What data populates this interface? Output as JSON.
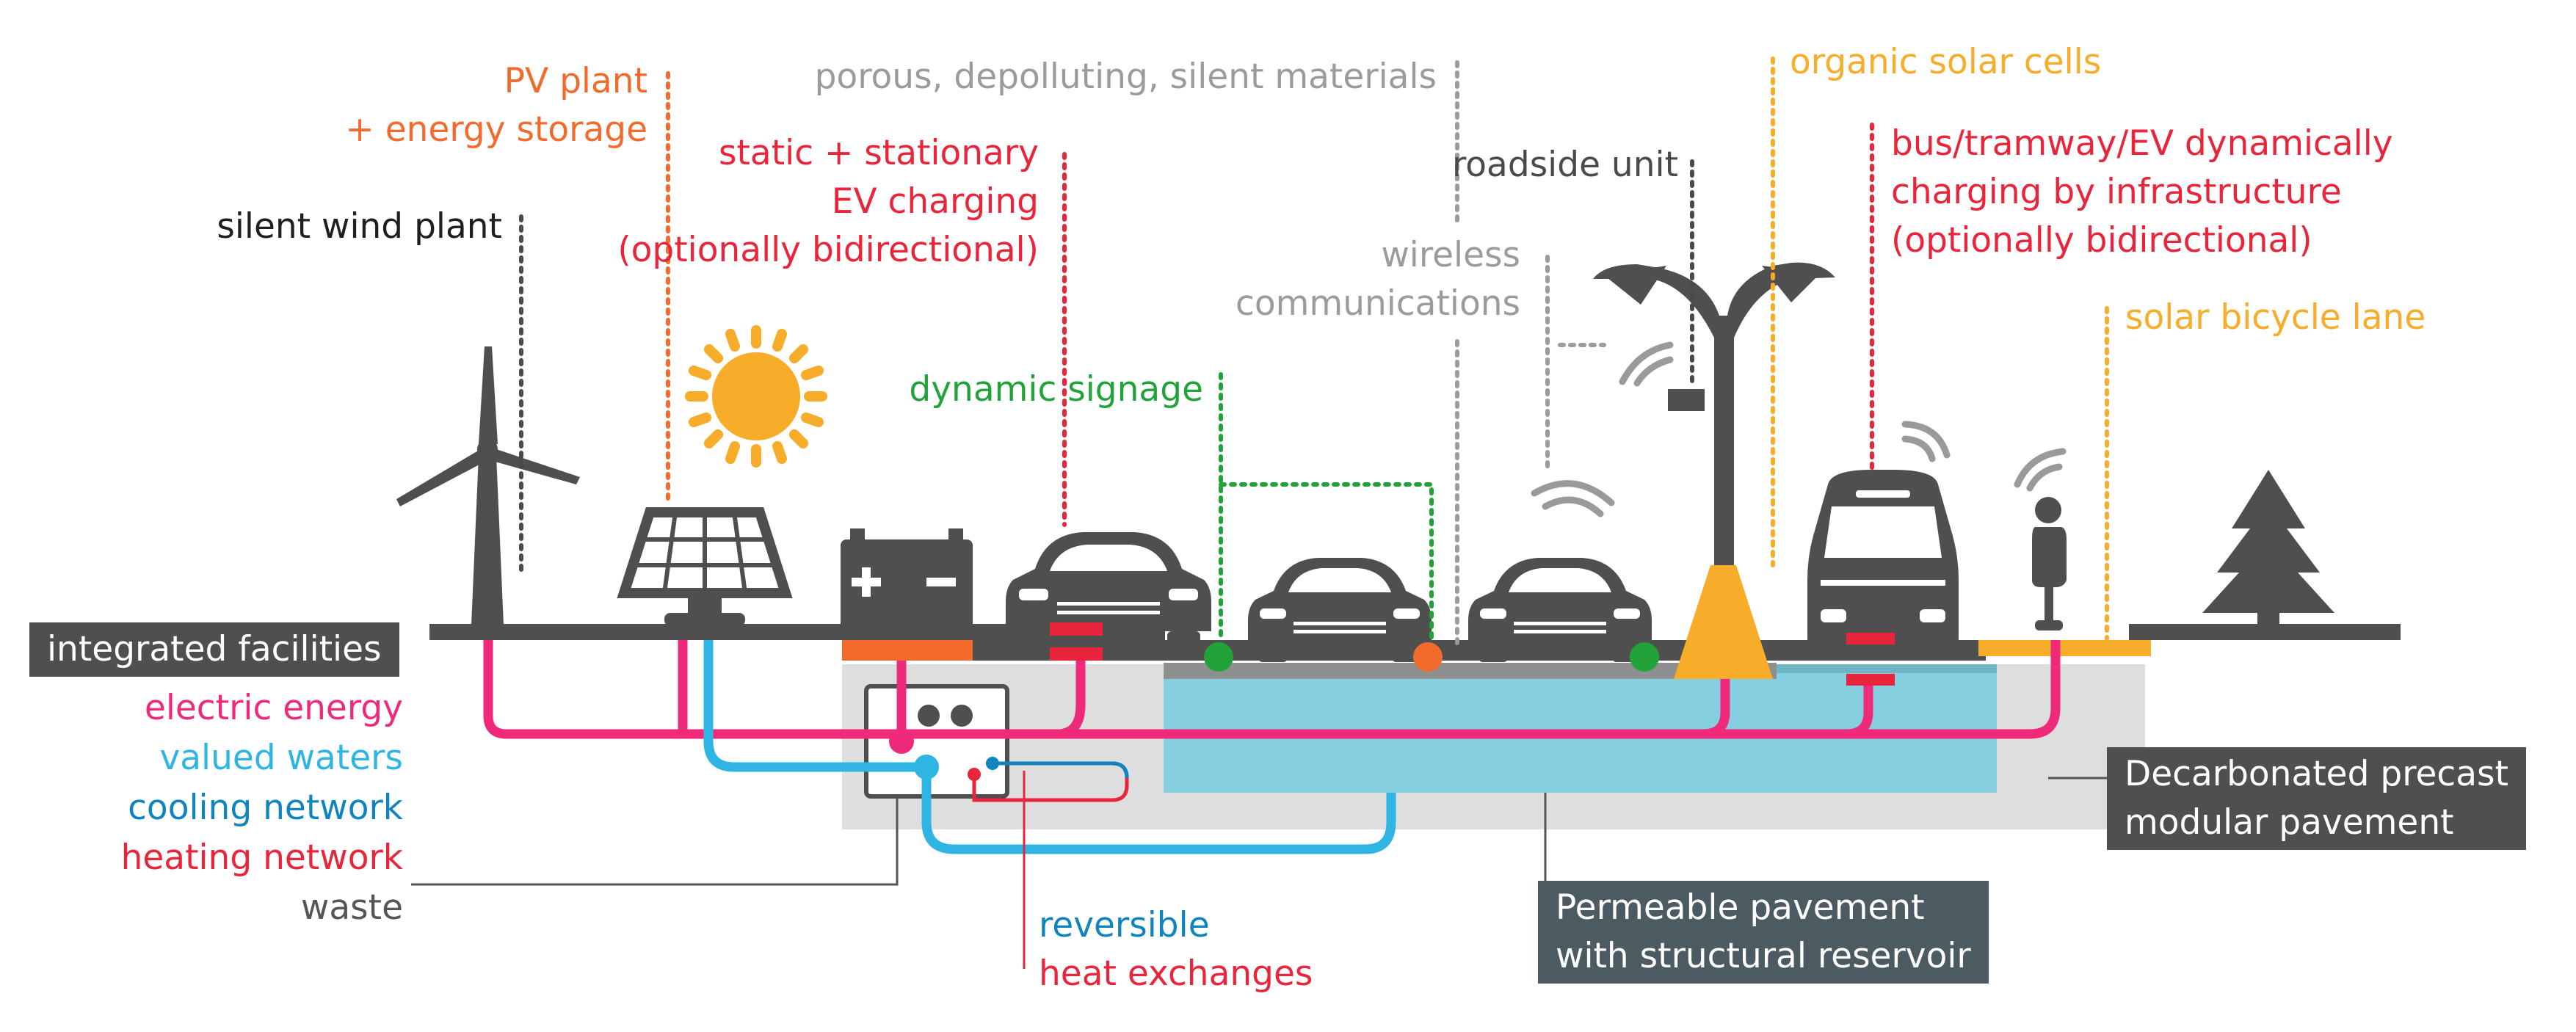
{
  "labels": {
    "pv_line1": "PV plant",
    "pv_line2": "+ energy storage",
    "wind": "silent wind plant",
    "evcharge_line1": "static + stationary",
    "evcharge_line2": "EV charging",
    "evcharge_line3": "(optionally bidirectional)",
    "porous": "porous, depolluting, silent materials",
    "roadside": "roadside unit",
    "wireless_line1": "wireless",
    "wireless_line2": "communications",
    "signage": "dynamic signage",
    "organic": "organic solar cells",
    "bus_line1": "bus/tramway/EV dynamically",
    "bus_line2": "charging by infrastructure",
    "bus_line3": "(optionally bidirectional)",
    "bike": "solar bicycle lane",
    "reversible_line1": "reversible",
    "reversible_line2": "heat exchanges"
  },
  "legend": {
    "title": "integrated facilities",
    "items": [
      {
        "label": "electric energy",
        "color": "#ef2a7b"
      },
      {
        "label": "valued waters",
        "color": "#2fb5e3"
      },
      {
        "label": "cooling network",
        "color": "#0f84bf"
      },
      {
        "label": "heating network",
        "color": "#e8253a"
      },
      {
        "label": "waste",
        "color": "#555555"
      }
    ]
  },
  "callouts": {
    "decarbonated_line1": "Decarbonated precast",
    "decarbonated_line2": "modular pavement",
    "permeable_line1": "Permeable pavement",
    "permeable_line2": "with structural reservoir"
  },
  "colors": {
    "electric": "#ef2a7b",
    "water": "#2fb5e3",
    "cooling": "#0f84bf",
    "heating": "#e8253a",
    "pv": "#f26b2c",
    "solar": "#f7ac2a",
    "signage": "#22a33a",
    "dark_icon": "#4f4f4f",
    "reservoir": "#86cfe0",
    "pavement": "#dedede"
  },
  "icons": [
    "wind-turbine-icon",
    "solar-panel-icon",
    "sun-icon",
    "battery-icon",
    "car-icon",
    "street-lamp-icon",
    "bus-icon",
    "cyclist-icon",
    "tree-icon",
    "wifi-icon"
  ]
}
